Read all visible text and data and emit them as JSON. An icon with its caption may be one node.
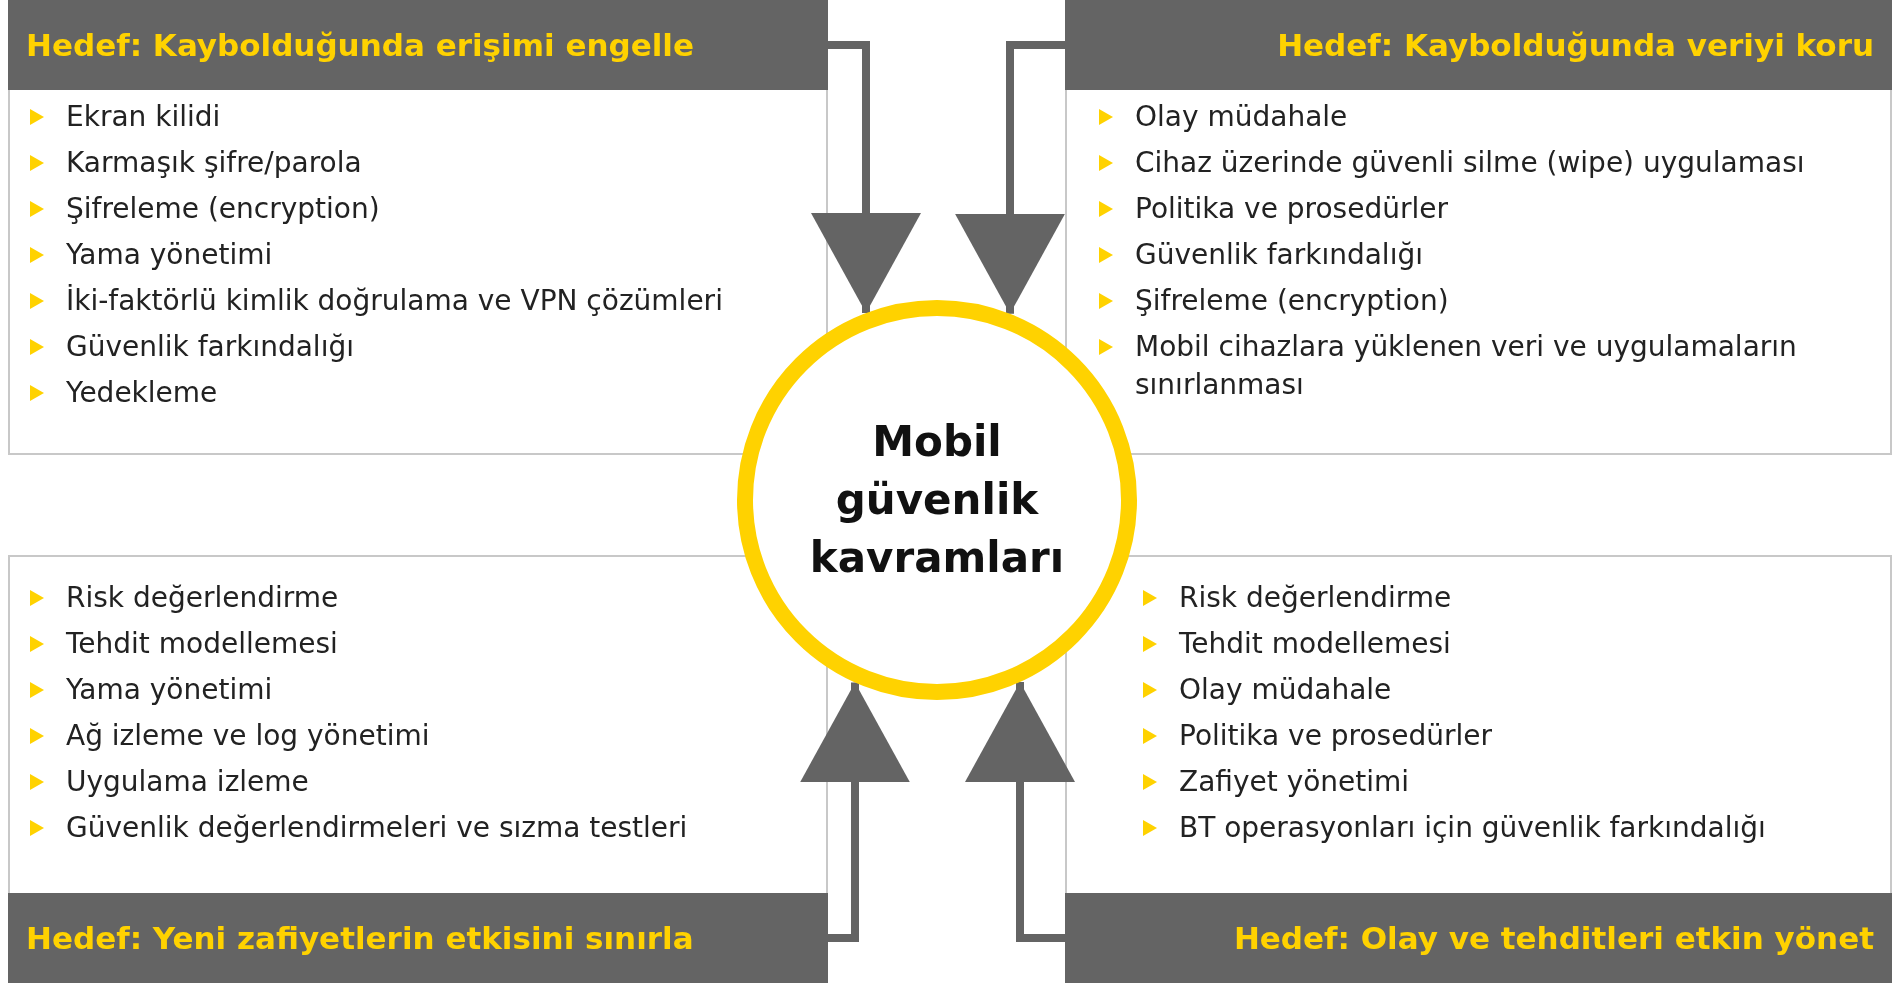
{
  "diagram": {
    "nodes": [
      {
        "text": [
          "Mobil güvenlik kavramları"
        ]
      },
      {
        "text": [
          "Hedef: Kaybolduğunda erişimi engelle",
          "Ekran kilidi",
          "Karmaşık şifre/parola",
          "Şifreleme (encryption)",
          "Yama yönetimi",
          "İki-faktörlü kimlik doğrulama ve VPN çözümleri",
          "Güvenlik farkındalığı",
          "Yedekleme"
        ]
      },
      {
        "text": [
          "Hedef: Kaybolduğunda veriyi koru",
          "Olay müdahale",
          "Cihaz üzerinde güvenli silme (wipe) uygulaması",
          "Politika ve prosedürler",
          "Güvenlik farkındalığı",
          "Şifreleme (encryption)",
          "Mobil cihazlara yüklenen veri ve uygulamaların sınırlanması"
        ]
      },
      {
        "text": [
          "Hedef: Yeni zafiyetlerin etkisini sınırla",
          "Risk değerlendirme",
          "Tehdit modellemesi",
          "Yama yönetimi",
          "Ağ izleme ve log yönetimi",
          "Uygulama izleme",
          "Güvenlik değerlendirmeleri ve sızma testleri"
        ]
      },
      {
        "text": [
          "Hedef: Olay ve tehditleri etkin yönet",
          "Risk değerlendirme",
          "Tehdit modellemesi",
          "Olay müdahale",
          "Politika ve prosedürler",
          "Zafiyet yönetimi",
          "BT operasyonları için güvenlik farkındalığı"
        ]
      }
    ],
    "edges": [
      {
        "from": 1,
        "to": 0,
        "arrow": "to"
      },
      {
        "from": 2,
        "to": 0,
        "arrow": "to"
      },
      {
        "from": 3,
        "to": 0,
        "arrow": "to"
      },
      {
        "from": 4,
        "to": 0,
        "arrow": "to"
      }
    ]
  }
}
